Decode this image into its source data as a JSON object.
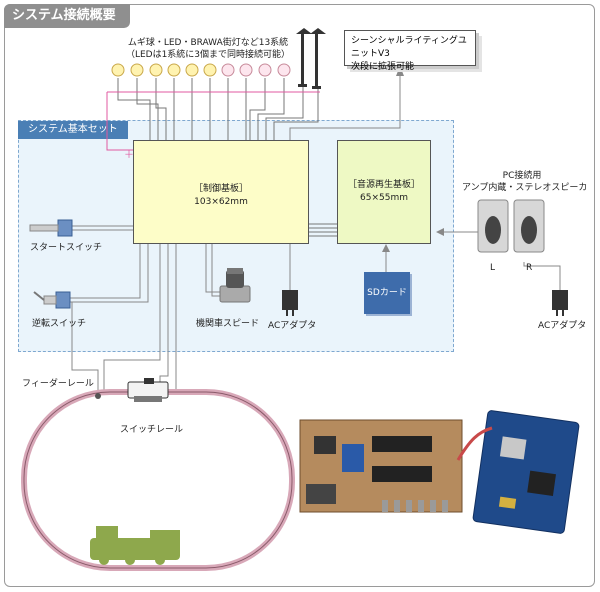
{
  "title": "システム接続概要",
  "lights": {
    "line1": "ムギ球・LED・BRAWA街灯など13系統",
    "line2": "（LEDは1系統に3個まで同時接続可能）"
  },
  "expansion": {
    "line1": "シーンシャルライティングユニットV3",
    "line2": "次段に拡張可能"
  },
  "basic_set_label": "システム基本セット",
  "main_board": {
    "name": "［制御基板］",
    "size": "103×62mm"
  },
  "sound_board": {
    "name": "［音源再生基板］",
    "size": "65×55mm"
  },
  "sd_card": "SDカード",
  "pc_speaker": {
    "line1": "PC接続用",
    "line2": "アンプ内蔵・ステレオスピーカ",
    "left": "L",
    "right": "R"
  },
  "ac_adapter": "ACアダプタ",
  "start_switch": "スタートスイッチ",
  "reverse_switch": "逆転スイッチ",
  "locomotive_speed": "機関車スピード",
  "feeder_rail": "フィーダーレール",
  "switch_rail": "スイッチレール",
  "plus": "＋",
  "colors": {
    "header": "#8f8f8f",
    "basic_set_tab": "#4a7fb5",
    "board": "#fdfdc8",
    "sd": "#3e6cab",
    "track": "#d8a8b8"
  }
}
